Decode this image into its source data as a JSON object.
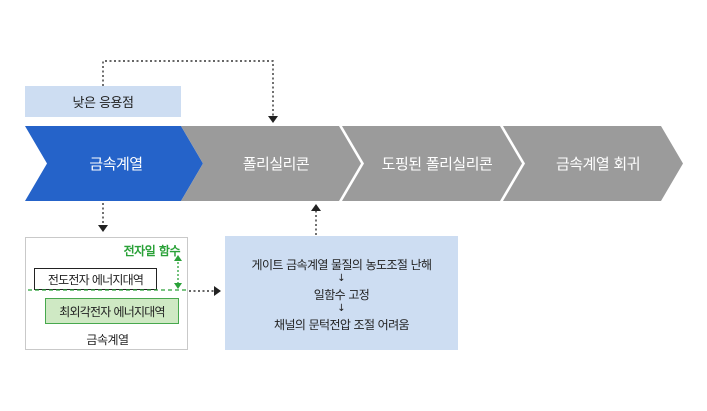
{
  "top_label": "낮은 응용점",
  "steps": [
    {
      "label": "금속계열"
    },
    {
      "label": "폴리실리콘"
    },
    {
      "label": "도핑된 폴리실리콘"
    },
    {
      "label": "금속계열 회귀"
    }
  ],
  "diagram": {
    "title": "전자일 함수",
    "level1": "전도전자 에너지대역",
    "level2": "최외각전자 에너지대역",
    "caption": "금속계열"
  },
  "info": {
    "line1": "게이트 금속계열 물질의 농도조절 난해",
    "line2": "일함수 고정",
    "line3": "채널의 문턱전압 조절 어려움",
    "arrow": "↓"
  },
  "colors": {
    "primary_step": "#2563c9",
    "step": "#9b9b9b",
    "panel": "#cdddf2",
    "accent_green": "#2aa138"
  }
}
